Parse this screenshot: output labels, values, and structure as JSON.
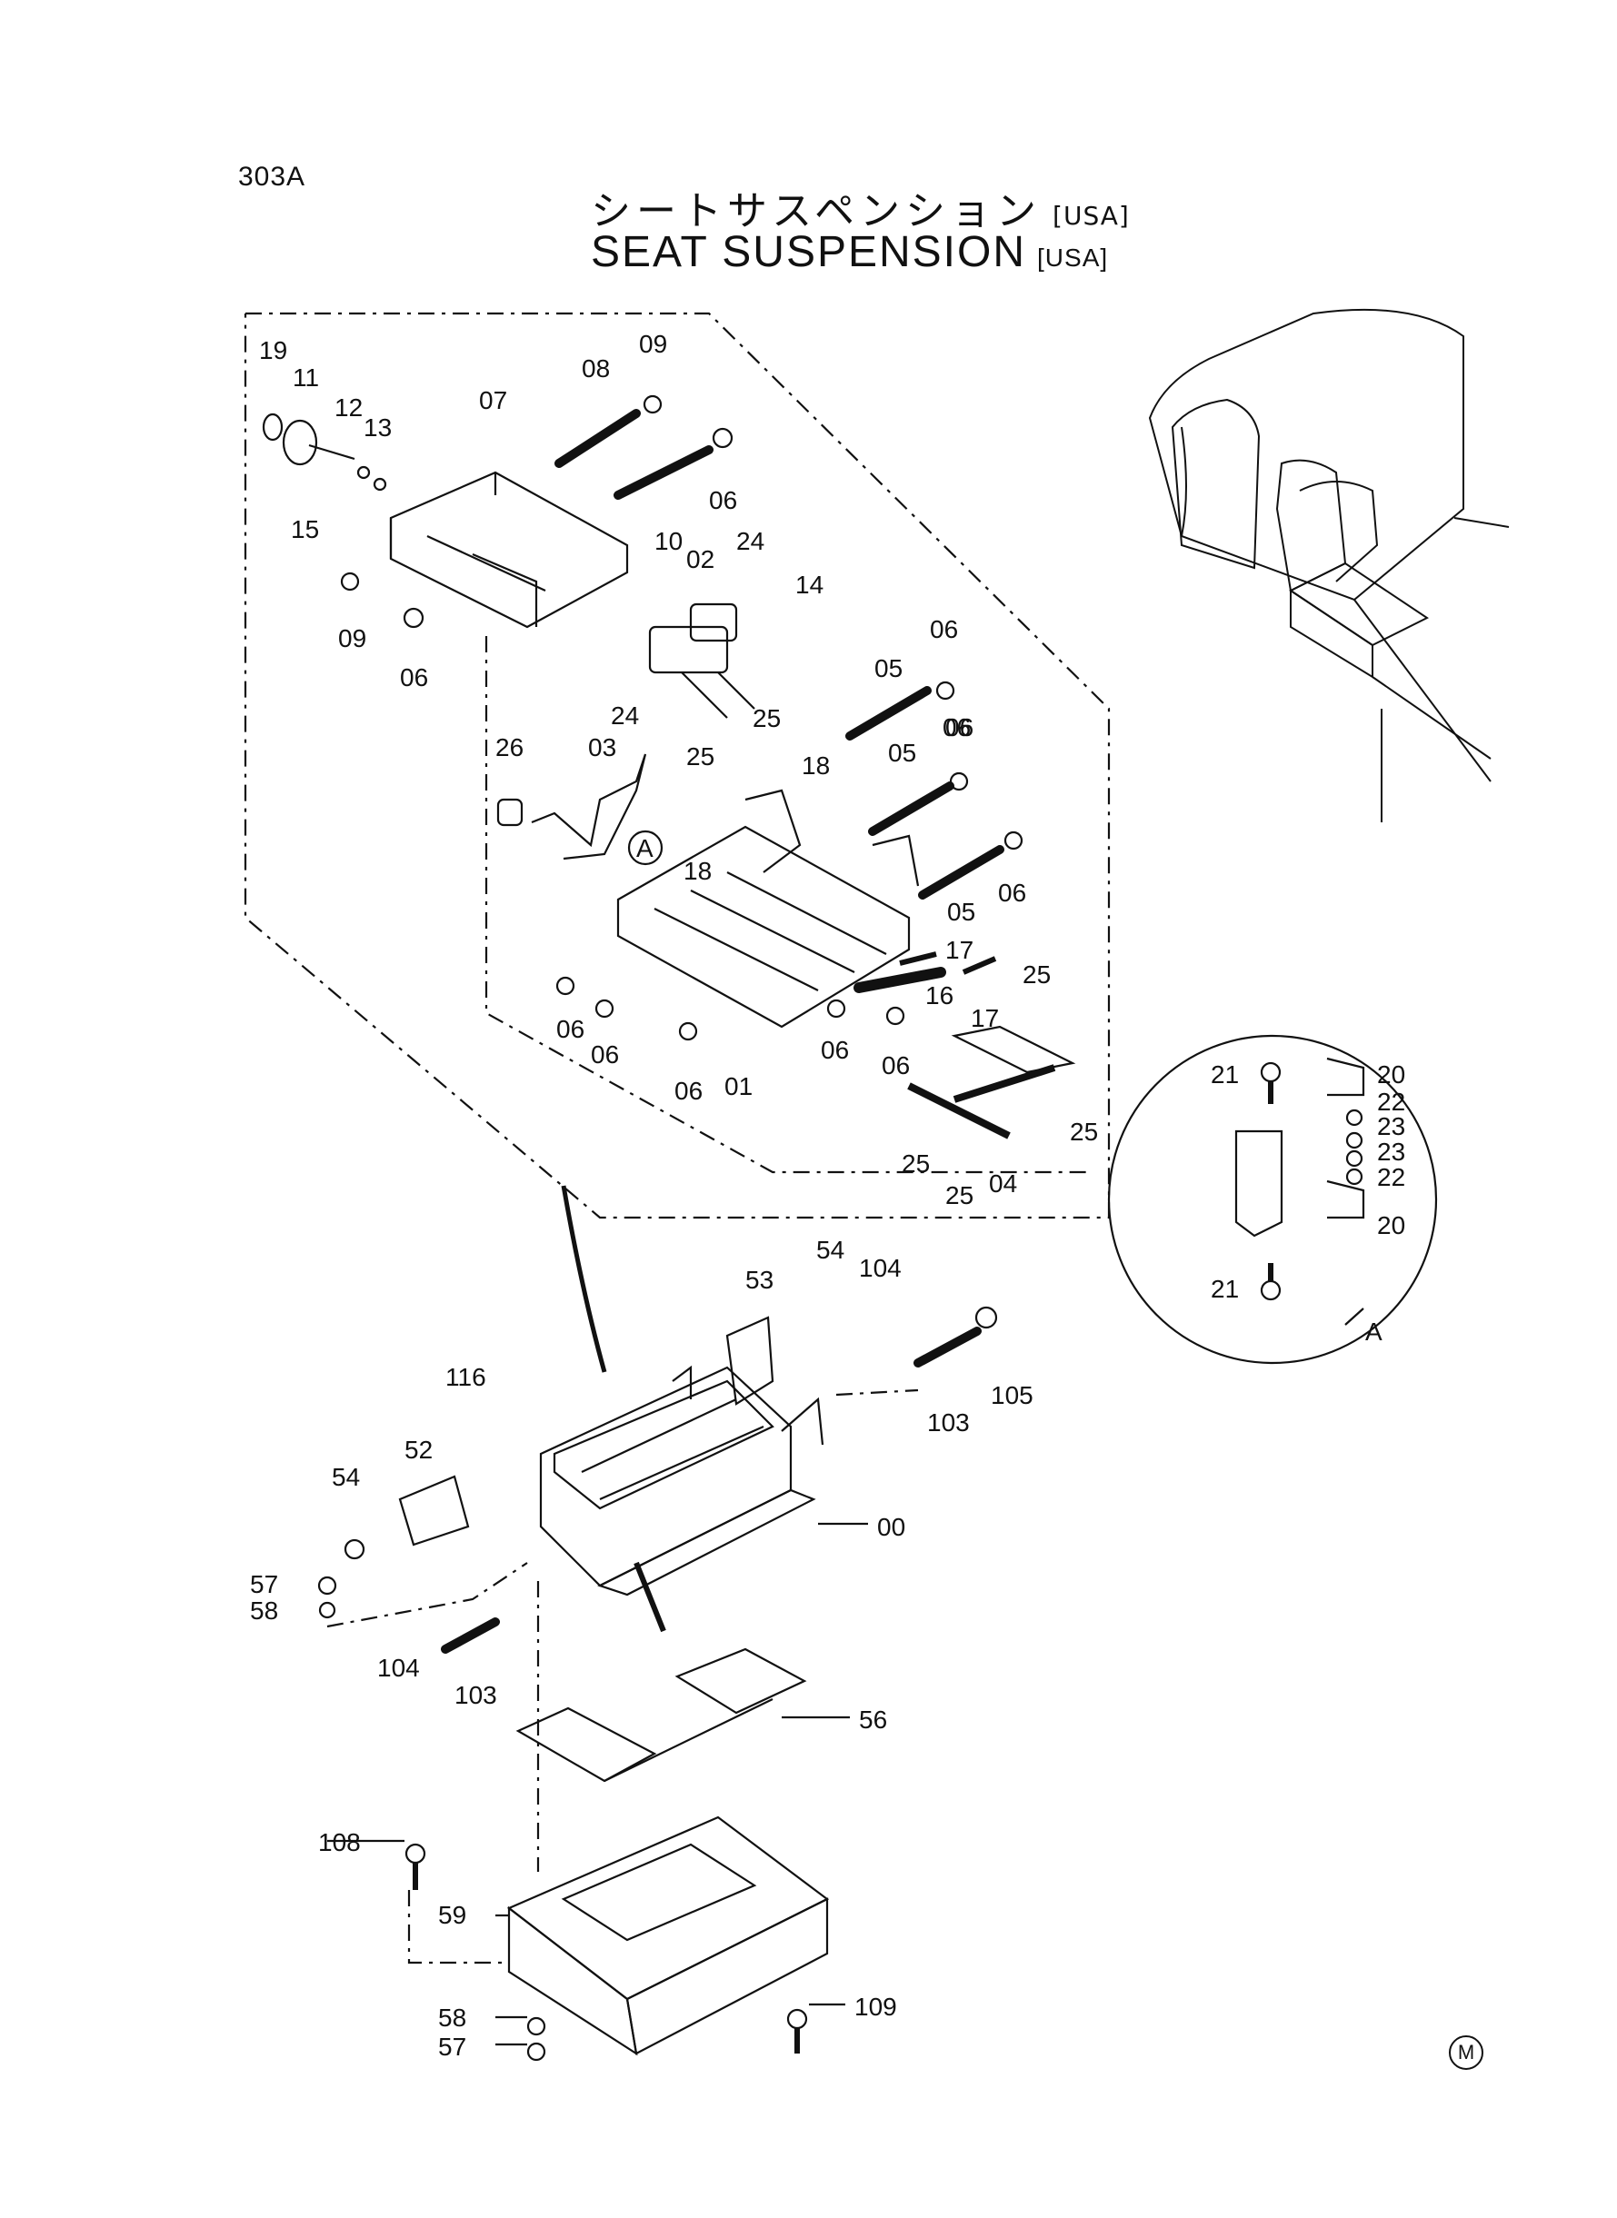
{
  "header": {
    "page_code": "303A",
    "title_jp": "シートサスペンション",
    "title_en": "SEAT SUSPENSION",
    "region_tag": "[USA]"
  },
  "detail_view": {
    "label": "A",
    "callout": "A"
  },
  "footer": {
    "mark": "M"
  },
  "part_labels": [
    "19",
    "11",
    "12",
    "13",
    "15",
    "07",
    "08",
    "09",
    "10",
    "06",
    "09",
    "06",
    "02",
    "24",
    "14",
    "24",
    "25",
    "25",
    "06",
    "05",
    "06",
    "26",
    "03",
    "18",
    "05",
    "06",
    "18",
    "17",
    "05",
    "06",
    "17",
    "16",
    "25",
    "06",
    "06",
    "06",
    "01",
    "06",
    "06",
    "04",
    "25",
    "25",
    "25",
    "21",
    "20",
    "22",
    "23",
    "23",
    "22",
    "20",
    "21",
    "53",
    "54",
    "104",
    "116",
    "103",
    "105",
    "52",
    "00",
    "54",
    "57",
    "58",
    "104",
    "103",
    "56",
    "108",
    "59",
    "58",
    "57",
    "109"
  ]
}
